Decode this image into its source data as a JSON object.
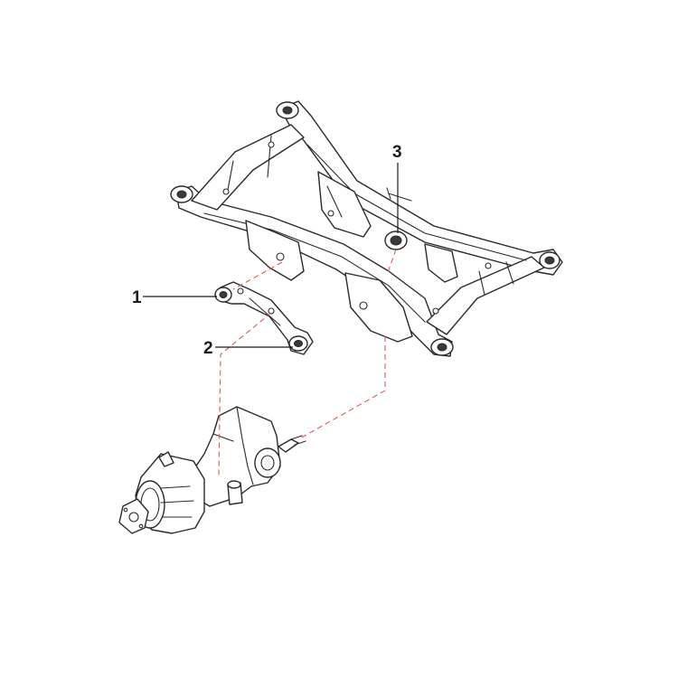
{
  "callouts": [
    {
      "id": "1",
      "label": "1"
    },
    {
      "id": "2",
      "label": "2"
    },
    {
      "id": "3",
      "label": "3"
    }
  ],
  "colors": {
    "line": "#2a2a2a",
    "dashed_guide": "#e05a5a",
    "background": "#ffffff"
  }
}
